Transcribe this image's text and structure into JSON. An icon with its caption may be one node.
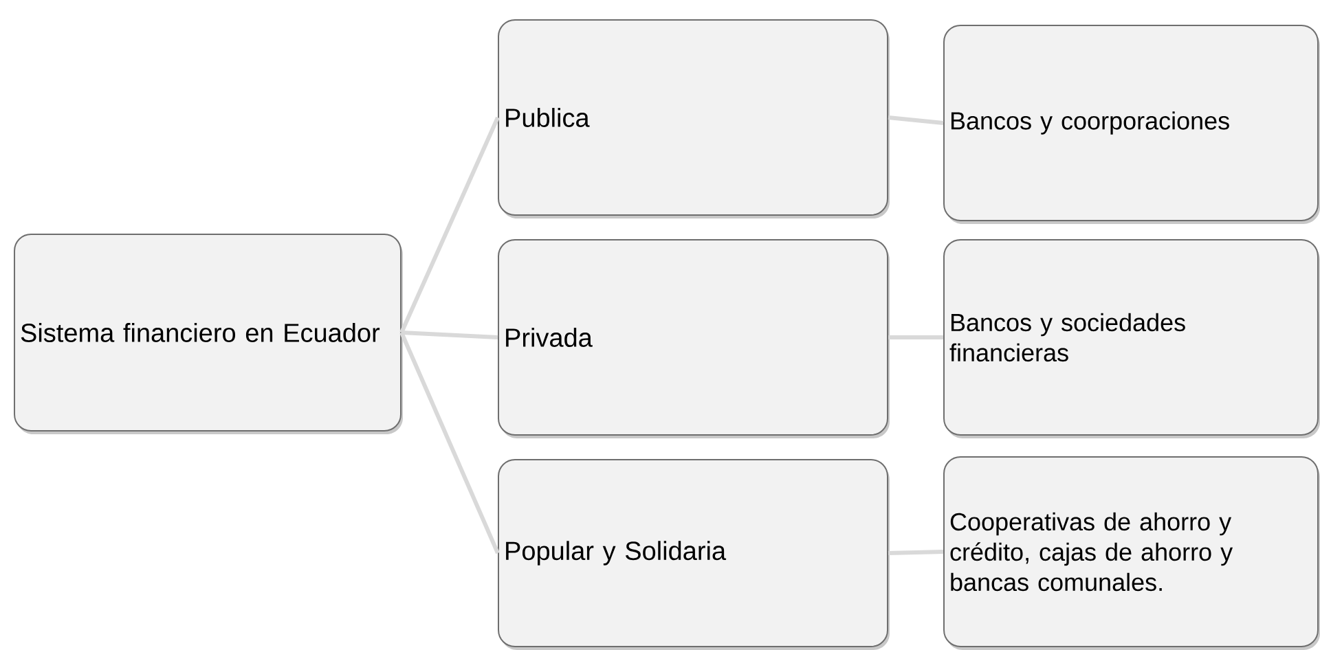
{
  "diagram": {
    "nodes": [
      {
        "text": [
          "Sistema financiero en Ecuador"
        ]
      },
      {
        "text": [
          "Publica"
        ]
      },
      {
        "text": [
          "Privada"
        ]
      },
      {
        "text": [
          "Popular y Solidaria"
        ]
      },
      {
        "text": [
          "Bancos y coorporaciones"
        ]
      },
      {
        "text": [
          "Bancos y sociedades financieras"
        ]
      },
      {
        "text": [
          "Cooperativas de ahorro y crédito, cajas de ahorro y bancas comunales."
        ]
      }
    ],
    "edges": [
      {
        "from": 0,
        "to": 1,
        "arrow": "none"
      },
      {
        "from": 0,
        "to": 2,
        "arrow": "none"
      },
      {
        "from": 0,
        "to": 3,
        "arrow": "none"
      },
      {
        "from": 1,
        "to": 4,
        "arrow": "none"
      },
      {
        "from": 2,
        "to": 5,
        "arrow": "none"
      },
      {
        "from": 3,
        "to": 6,
        "arrow": "none"
      }
    ]
  }
}
